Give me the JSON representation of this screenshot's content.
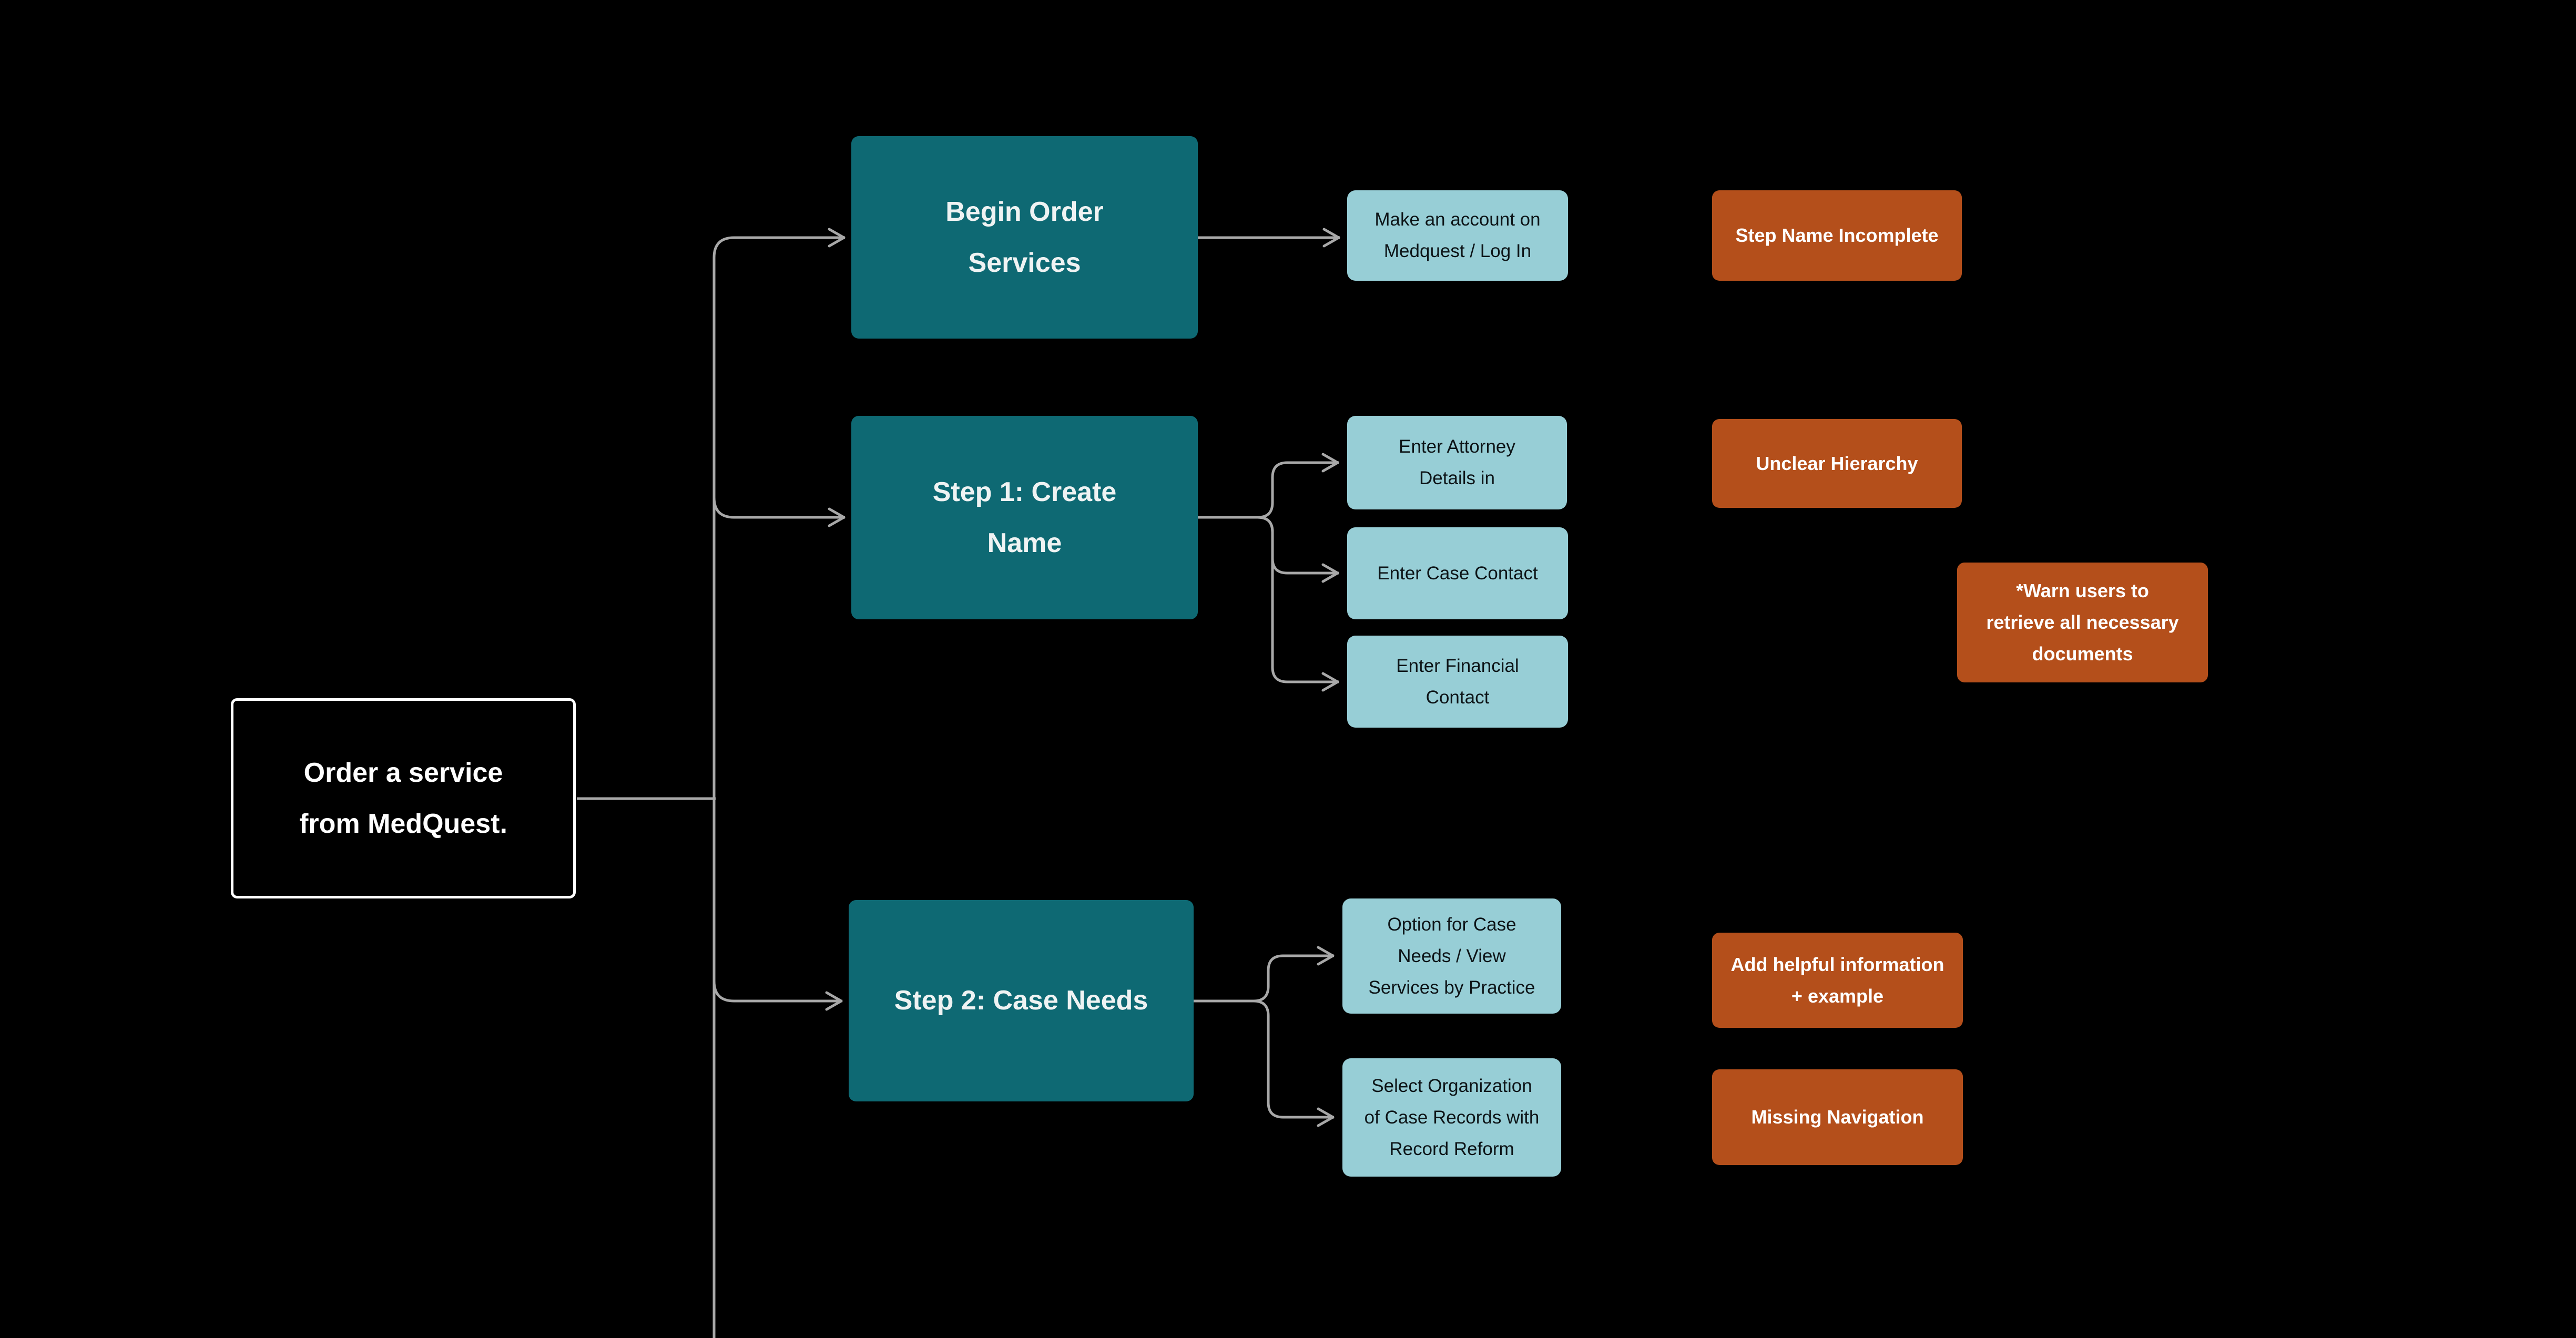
{
  "canvas": {
    "title": "Order a service from MedQuest flowchart"
  },
  "colors": {
    "background": "#000000",
    "connector": "#a8a8a8",
    "root_border": "#ffffff",
    "root_text": "#ffffff",
    "step_fill": "#0e6973",
    "step_text": "#eff3f3",
    "substep_fill": "#97ced6",
    "substep_text": "#0d1417",
    "note_fill": "#b44f1b",
    "note_text": "#ffffff"
  },
  "root": {
    "label": "Order a service\nfrom MedQuest."
  },
  "steps": [
    {
      "label": "Begin Order\nServices"
    },
    {
      "label": "Step 1: Create\nName"
    },
    {
      "label": "Step 2: Case Needs"
    }
  ],
  "substeps": [
    {
      "label": "Make an account on\nMedquest / Log In"
    },
    {
      "label": "Enter Attorney\nDetails in"
    },
    {
      "label": "Enter Case Contact"
    },
    {
      "label": "Enter Financial\nContact"
    },
    {
      "label": "Option for Case\nNeeds / View\nServices by Practice"
    },
    {
      "label": "Select Organization\nof Case Records with\nRecord Reform"
    }
  ],
  "notes": [
    {
      "label": "Step Name Incomplete"
    },
    {
      "label": "Unclear Hierarchy"
    },
    {
      "label": "*Warn users to\nretrieve all necessary\ndocuments"
    },
    {
      "label": "Add helpful information\n+ example"
    },
    {
      "label": "Missing Navigation"
    }
  ]
}
